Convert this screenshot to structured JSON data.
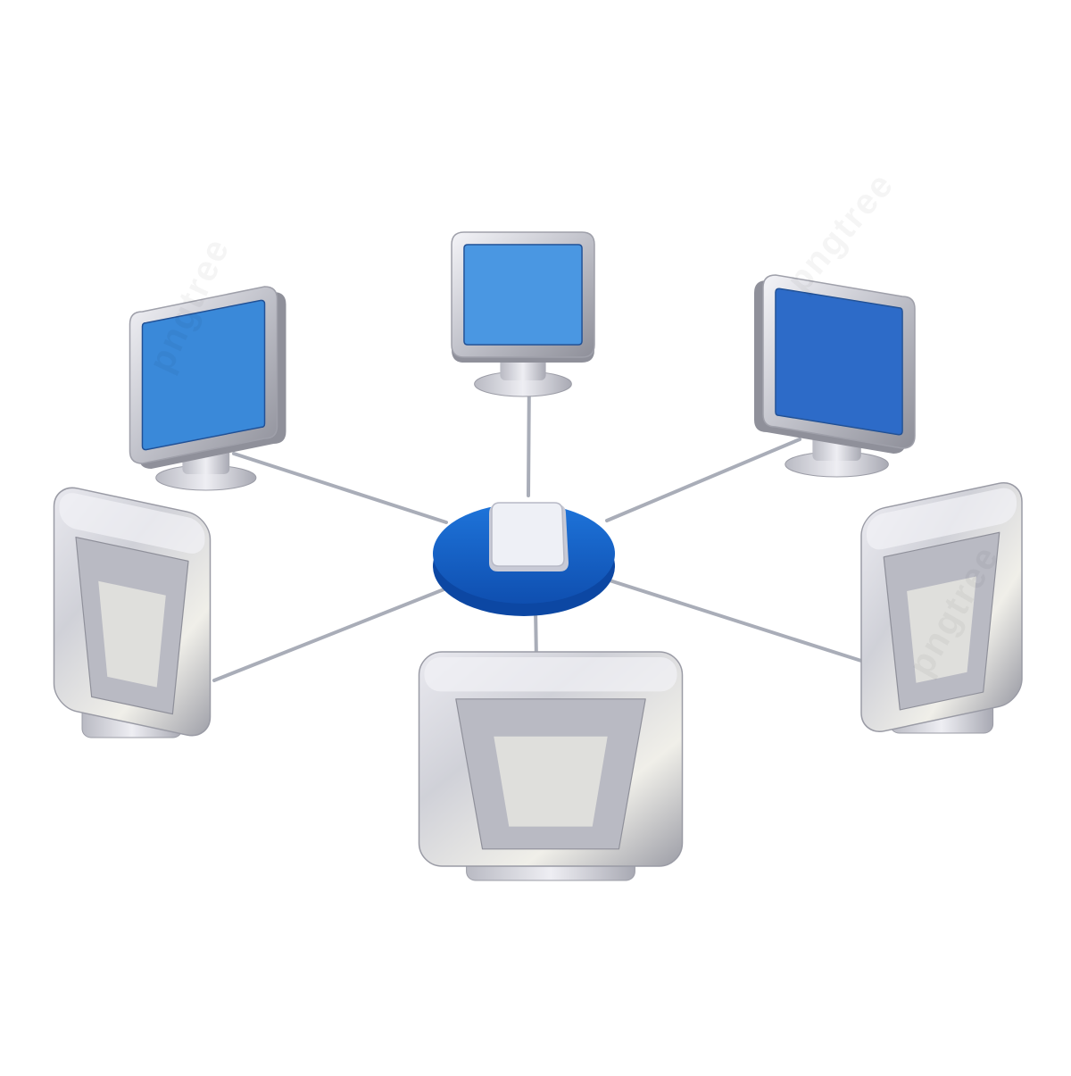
{
  "diagram": {
    "topology": "star",
    "hub": {
      "kind": "network-switch",
      "disc_color": "#1f6fd1",
      "device_color": "#eef0f6"
    },
    "nodes": [
      {
        "id": "node-back-left",
        "facing": "front",
        "screen_color": "#2a7fd6"
      },
      {
        "id": "node-back-center",
        "facing": "front",
        "screen_color": "#3b8fe0"
      },
      {
        "id": "node-back-right",
        "facing": "front",
        "screen_color": "#1c5fc4"
      },
      {
        "id": "node-front-left",
        "facing": "back",
        "screen_color": null
      },
      {
        "id": "node-front-center",
        "facing": "back",
        "screen_color": null
      },
      {
        "id": "node-front-right",
        "facing": "back",
        "screen_color": null
      }
    ],
    "colors": {
      "monitor_shell": "#c9cad2",
      "monitor_shell_dark": "#8f909a",
      "monitor_shell_light": "#f2f2f6",
      "cable": "#a9adb8"
    },
    "watermark": {
      "text": "pngtree"
    }
  }
}
